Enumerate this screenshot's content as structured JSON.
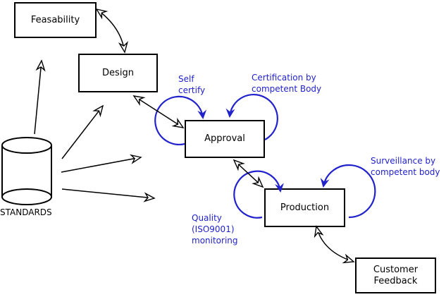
{
  "diagram": {
    "colors": {
      "accent_blue": "#2222cc",
      "line": "#000000",
      "background": "#ffffff"
    },
    "nodes": [
      {
        "id": "feasability",
        "label": "Feasability"
      },
      {
        "id": "design",
        "label": "Design"
      },
      {
        "id": "approval",
        "label": "Approval"
      },
      {
        "id": "production",
        "label": "Production"
      },
      {
        "id": "customer_feedback",
        "label": "Customer\nFeedback"
      }
    ],
    "datastore": {
      "id": "standards",
      "shape": "cylinder",
      "label": "STANDARDS"
    },
    "annotations": [
      {
        "id": "self_certify",
        "label": "Self\ncertify"
      },
      {
        "id": "certification",
        "label": "Certification by\ncompetent Body"
      },
      {
        "id": "surveillance",
        "label": "Surveillance by\ncompetent body"
      },
      {
        "id": "quality",
        "label": "Quality\n(ISO9001)\nmonitoring"
      }
    ],
    "connections": [
      {
        "from": "standards",
        "to": "feasability",
        "bidirectional": false
      },
      {
        "from": "standards",
        "to": "design",
        "bidirectional": false
      },
      {
        "from": "standards",
        "to": "approval",
        "bidirectional": false
      },
      {
        "from": "standards",
        "to": "production",
        "bidirectional": false
      },
      {
        "from": "feasability",
        "to": "design",
        "bidirectional": true
      },
      {
        "from": "design",
        "to": "approval",
        "bidirectional": true
      },
      {
        "from": "approval",
        "to": "production",
        "bidirectional": true
      },
      {
        "from": "production",
        "to": "customer_feedback",
        "bidirectional": true
      },
      {
        "from": "approval",
        "to": "approval",
        "loop_label": "Self certify"
      },
      {
        "from": "approval",
        "to": "approval",
        "loop_label": "Certification by competent Body"
      },
      {
        "from": "production",
        "to": "production",
        "loop_label": "Quality (ISO9001) monitoring"
      },
      {
        "from": "production",
        "to": "production",
        "loop_label": "Surveillance by competent body"
      }
    ]
  }
}
